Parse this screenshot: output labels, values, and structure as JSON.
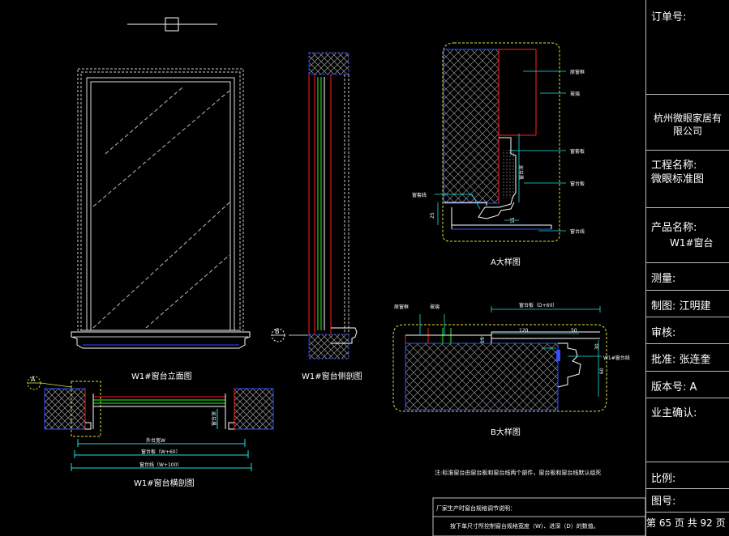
{
  "views": {
    "elevation_title": "W1#窗台立面图",
    "side_section_title": "W1#窗台侧剖图",
    "cross_section_title": "W1#窗台横剖图",
    "detail_a_title": "A大样图",
    "detail_b_title": "B大样图",
    "callout_a": "A",
    "callout_b": "B"
  },
  "cross_section_dims": {
    "d1": "外台宽W",
    "d2": "窗台板（W+60）",
    "d3": "窗台线（W+100）",
    "depth": "窗台深"
  },
  "detail_a_labels": {
    "l1": "原窗框",
    "l2": "玻璃",
    "l3": "窗套板",
    "l4": "窗台板",
    "l5": "窗台线",
    "l6": "窗套线",
    "depth": "窗台深",
    "dim_left": "25",
    "dim_bottom": "15"
  },
  "detail_b_labels": {
    "l1": "原窗框",
    "l2": "玻璃",
    "width": "窗台板（D+60）",
    "d120": "120",
    "d50": "50",
    "d30": "30",
    "d15": "15",
    "d60": "60",
    "right": "W1#窗台线"
  },
  "notes": {
    "remark": "注:标准窗台由窗台板和窗台线两个部件，窗台板和窗台线默认组死",
    "box_title": "厂家生产时窗台规格调节说明：",
    "box_line": "按下单尺寸所控制窗台规格宽度（W）、进深（D）的数值。"
  },
  "title_block": {
    "order_no": "订单号:",
    "company": "杭州微眼家居有限公司",
    "project_label": "工程名称:",
    "project_value": "微眼标准图",
    "product_label": "产品名称:",
    "product_value": "W1#窗台",
    "measure": "测量:",
    "drawn": "制图: 江明建",
    "review": "审核:",
    "approve": "批准: 张连奎",
    "version": "版本号: A",
    "owner": "业主确认:",
    "scale": "比例:",
    "drawing_no": "图号:",
    "page": "第 65 页 共 92 页"
  },
  "colors": {
    "background": "#000000",
    "line_white": "#ffffff",
    "line_red": "#ff2020",
    "line_green": "#20ff20",
    "line_blue": "#3050ff",
    "line_cyan": "#20e0e0",
    "line_yellow": "#e0e040",
    "title_block_line": "#bbbbbb"
  }
}
